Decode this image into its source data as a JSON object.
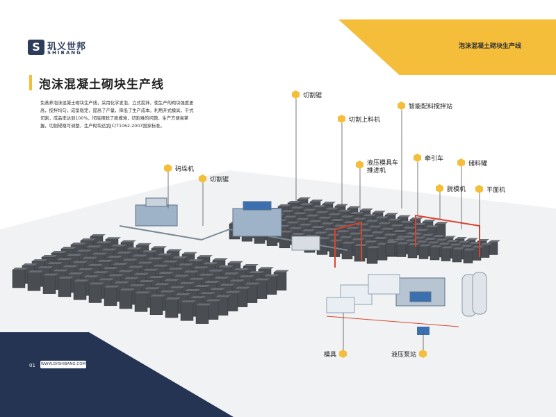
{
  "brand": {
    "name_cn": "玑义世邦",
    "name_en": "SHIBANG",
    "logo_letter": "S"
  },
  "header_title": "泡沫混凝土砌块生产线",
  "title": "泡沫混凝土砌块生产线",
  "description": "免蒸养泡沫混凝土砌块生产线，采用化学发泡，立式搅拌，使生产的砌块强度更高，搅拌均匀，成型稳定，提高了产量，降低了生产成本。利用开式模具，干式切割，成品率达到100%，彻底摆脱了脱模难，切割难的问题，生产方便易掌握，切割规格可调整，生产砌块达到JC/T1062-2007国家标准。",
  "labels": {
    "cutting_saw_top": "切割锯",
    "smart_batching": "智能配料搅拌站",
    "cutting_loader": "切割上料机",
    "hydraulic_pusher": "液压模具车推进机",
    "tractor": "牵引车",
    "storage_tank": "储料罐",
    "demolding": "脱模机",
    "leveling": "平面机",
    "stacker": "码垛机",
    "cutting_saw_left": "切割锯",
    "mold": "模具",
    "hydraulic_pump": "液压泵站"
  },
  "footer": {
    "page": "01",
    "website": "WWW.GYSHIBANG.COM"
  },
  "colors": {
    "accent": "#f4be3a",
    "navy": "#243452",
    "block": "#4a4d52"
  }
}
